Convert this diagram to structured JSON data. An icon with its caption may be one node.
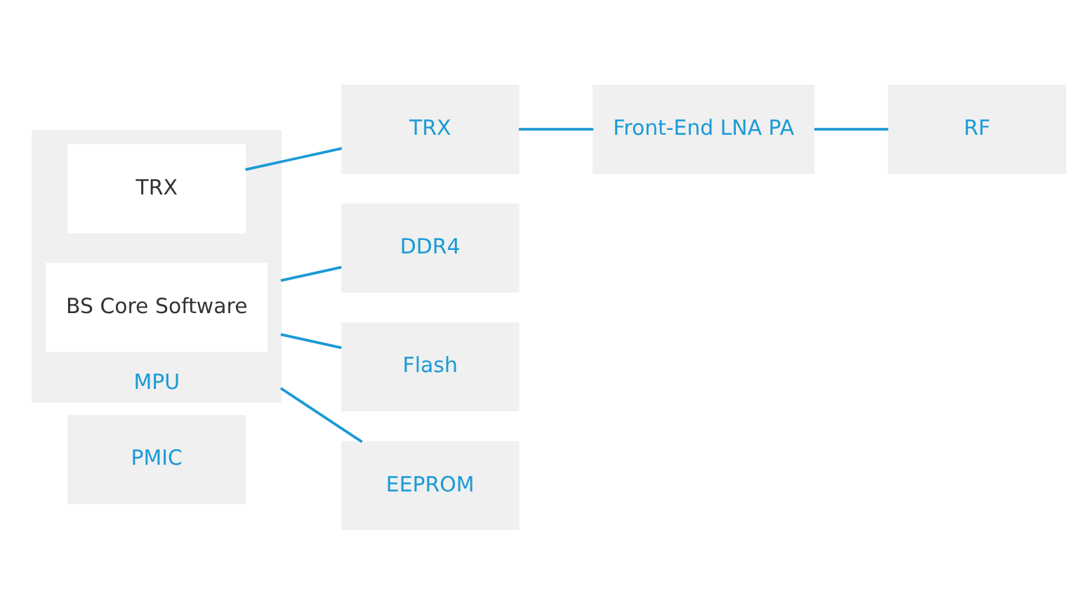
{
  "diagram": {
    "nodes": [
      {
        "text": [
          "PMIC"
        ]
      },
      {
        "text": [
          "MPU"
        ]
      },
      {
        "text": [
          "TRX"
        ],
        "in": 1
      },
      {
        "text": [
          "BS Core Software"
        ],
        "in": 1
      },
      {
        "text": [
          "TRX"
        ]
      },
      {
        "text": [
          "DDR4"
        ]
      },
      {
        "text": [
          "Flash"
        ]
      },
      {
        "text": [
          "EEPROM"
        ]
      },
      {
        "text": [
          "Front-End LNA PA"
        ]
      },
      {
        "text": [
          "RF"
        ]
      }
    ],
    "edges": [
      {
        "from": 2,
        "to": 4,
        "arrow": "none"
      },
      {
        "from": 1,
        "to": 5,
        "arrow": "none"
      },
      {
        "from": 1,
        "to": 6,
        "arrow": "none"
      },
      {
        "from": 1,
        "to": 7,
        "arrow": "none"
      },
      {
        "from": 4,
        "to": 8,
        "arrow": "none"
      },
      {
        "from": 8,
        "to": 9,
        "arrow": "none"
      }
    ]
  }
}
